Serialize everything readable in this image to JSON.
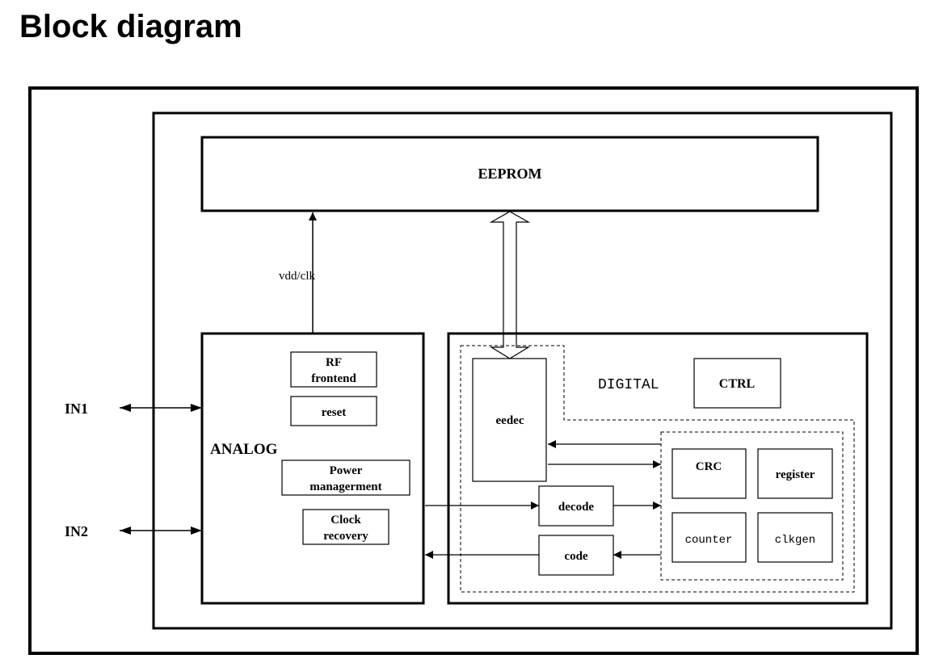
{
  "page": {
    "title": "Block diagram"
  },
  "diagram": {
    "eeprom": "EEPROM",
    "vdd_clk": "vdd/clk",
    "in1": "IN1",
    "in2": "IN2",
    "analog": {
      "label": "ANALOG",
      "rf_line1": "RF",
      "rf_line2": "frontend",
      "reset": "reset",
      "power_line1": "Power",
      "power_line2": "managerment",
      "clock_line1": "Clock",
      "clock_line2": "recovery"
    },
    "digital": {
      "label": "DIGITAL",
      "ctrl": "CTRL",
      "eedec": "eedec",
      "decode": "decode",
      "code": "code",
      "crc": "CRC",
      "register": "register",
      "counter": "counter",
      "clkgen": "clkgen"
    }
  }
}
